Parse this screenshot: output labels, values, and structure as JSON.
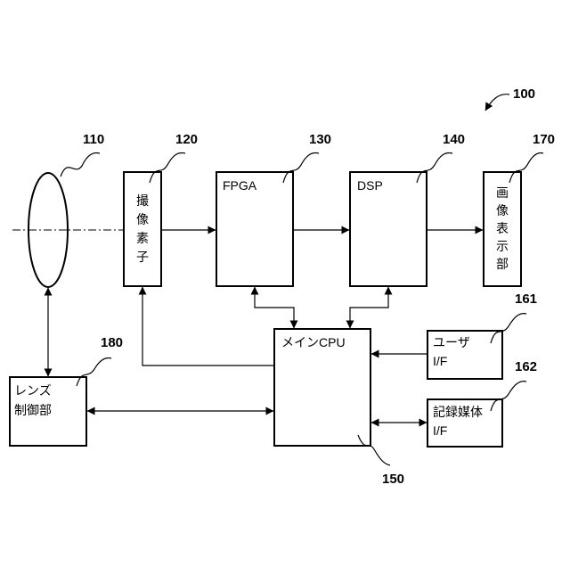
{
  "figure": {
    "ref": "100",
    "lens": {
      "ref": "110"
    },
    "blocks": {
      "sensor": {
        "ref": "120",
        "label_chars": [
          "撮",
          "像",
          "素",
          "子"
        ]
      },
      "fpga": {
        "ref": "130",
        "label": "FPGA"
      },
      "dsp": {
        "ref": "140",
        "label": "DSP"
      },
      "display": {
        "ref": "170",
        "label_chars": [
          "画",
          "像",
          "表",
          "示",
          "部"
        ]
      },
      "cpu": {
        "ref": "150",
        "label": "メインCPU"
      },
      "lens_ctrl": {
        "ref": "180",
        "label_lines": [
          "レンズ",
          "制御部"
        ]
      },
      "user_if": {
        "ref": "161",
        "label_lines": [
          "ユーザ",
          "I/F"
        ]
      },
      "recorder_if": {
        "ref": "162",
        "label_lines": [
          "記録媒体",
          "I/F"
        ]
      }
    }
  }
}
